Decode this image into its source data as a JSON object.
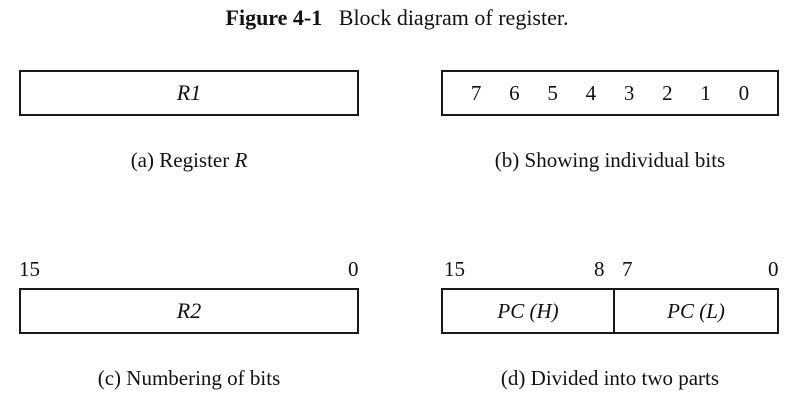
{
  "figure": {
    "label": "Figure 4-1",
    "title": "Block diagram of register."
  },
  "panel_a": {
    "register_name": "R1",
    "caption_prefix": "(a) Register ",
    "caption_var": "R"
  },
  "panel_b": {
    "bits": [
      "7",
      "6",
      "5",
      "4",
      "3",
      "2",
      "1",
      "0"
    ],
    "caption": "(b) Showing individual bits"
  },
  "panel_c": {
    "register_name": "R2",
    "msb": "15",
    "lsb": "0",
    "caption": "(c) Numbering of bits"
  },
  "panel_d": {
    "high_start": "15",
    "high_end": "8",
    "low_start": "7",
    "low_end": "0",
    "high_label": "PC (H)",
    "low_label": "PC (L)",
    "caption": "(d) Divided into two parts"
  }
}
